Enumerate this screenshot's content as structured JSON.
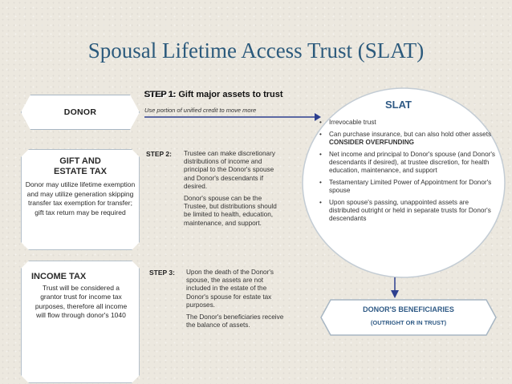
{
  "title": "Spousal Lifetime Access Trust (SLAT)",
  "donor": {
    "label": "DONOR"
  },
  "gift_tax": {
    "title_line1": "GIFT AND",
    "title_line2": "ESTATE TAX",
    "body": "Donor may utilize lifetime exemption and may utilize generation skipping transfer tax exemption for transfer; gift tax return may be required"
  },
  "income_tax": {
    "title": "INCOME TAX",
    "body": "Trust will be considered a grantor trust for income tax purposes, therefore all income will flow through donor's 1040"
  },
  "step1": {
    "tag": "STEP 1:",
    "label": "Gift major assets to trust",
    "sub": "Use portion of unified credit to move more"
  },
  "step2": {
    "tag": "STEP 2:",
    "paragraphs": [
      "Trustee can make discretionary distributions of income and principal to the Donor's spouse and Donor's descendants if desired.",
      "Donor's spouse can be the Trustee, but distributions should be limited to health, education, maintenance, and support."
    ]
  },
  "step3": {
    "tag": "STEP 3:",
    "paragraphs": [
      "Upon the death of the Donor's spouse, the assets are not included in the estate of the Donor's spouse for estate tax purposes.",
      "The Donor's beneficiaries receive the balance of assets."
    ]
  },
  "slat": {
    "title": "SLAT",
    "bullet_glyph": "•",
    "items": [
      {
        "text": "Irrevocable trust"
      },
      {
        "text": "Can purchase insurance, but can also hold other assets",
        "bold": "CONSIDER OVERFUNDING"
      },
      {
        "text": "Net income and principal to Donor's spouse (and Donor's descendants if desired), at trustee discretion, for health education, maintenance, and support"
      },
      {
        "text": "Testamentary Limited Power of Appointment for Donor's spouse"
      },
      {
        "text": "Upon spouse's passing, unappointed assets are distributed outright or held in separate trusts for Donor's descendants"
      }
    ]
  },
  "beneficiaries": {
    "title": "DONOR'S BENEFICIARIES",
    "sub": "(OUTRIGHT OR IN TRUST)"
  },
  "colors": {
    "title": "#2c5a7c",
    "arrow": "#2d3f8f",
    "accent": "#2f5a85",
    "background": "#ece8df"
  }
}
